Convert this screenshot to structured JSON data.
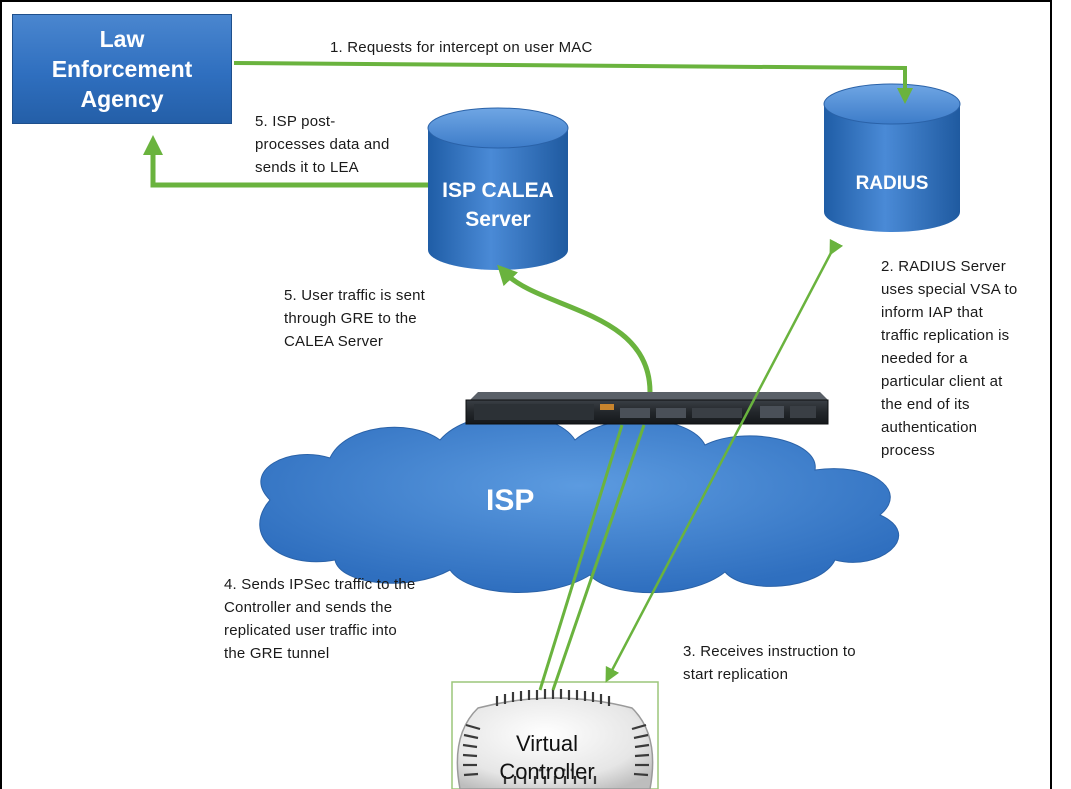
{
  "nodes": {
    "lea": "Law\nEnforcement\nAgency",
    "isp_calea_server": "ISP CALEA\nServer",
    "radius": "RADIUS",
    "isp_cloud": "ISP",
    "virtual_controller": "Virtual\nController"
  },
  "annotations": {
    "step1": "1. Requests for intercept on user MAC",
    "step2": "2.  RADIUS Server\nuses special VSA to\ninform IAP that\ntraffic replication is\nneeded for a\nparticular client at\nthe end of its\nauthentication\nprocess",
    "step3": "3. Receives instruction to\nstart replication",
    "step4": "4. Sends IPSec traffic to the\nController and sends the\nreplicated  user traffic into\nthe GRE tunnel",
    "step5a": "5. ISP post-\nprocesses data and\nsends it to LEA",
    "step5b": "5. User traffic is sent\nthrough GRE to the\nCALEA Server"
  },
  "colors": {
    "arrow_green": "#6ab33e",
    "node_blue": "#2f6fbf",
    "cloud_blue": "#4f8fd8"
  }
}
